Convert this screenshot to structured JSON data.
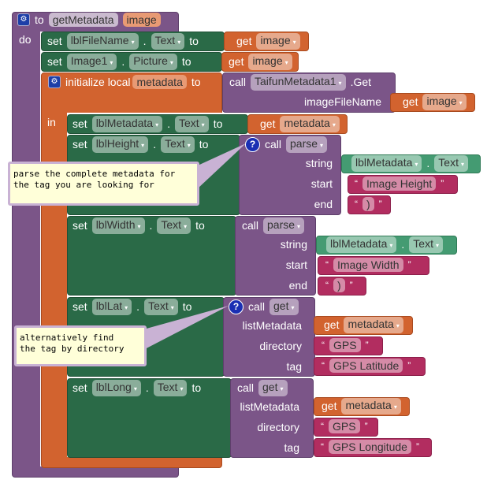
{
  "procedure": {
    "to": "to",
    "name": "getMetadata",
    "param": "image",
    "do": "do"
  },
  "set": "set",
  "to": "to",
  "get": "get",
  "call": "call",
  "dot": ".",
  "row1": {
    "component": "lblFileName",
    "property": "Text",
    "var": "image"
  },
  "row2": {
    "component": "Image1",
    "property": "Picture",
    "var": "image"
  },
  "local": {
    "label": "initialize local",
    "name": "metadata",
    "in": "in",
    "component": "TaifunMetadata1",
    "method": ".Get",
    "arg": "imageFileName",
    "var": "image"
  },
  "row3": {
    "component": "lblMetadata",
    "property": "Text",
    "var": "metadata"
  },
  "row4": {
    "component": "lblHeight",
    "property": "Text",
    "proc": "parse",
    "string_label": "string",
    "start_label": "start",
    "end_label": "end",
    "str_component": "lblMetadata",
    "str_property": "Text",
    "start": "Image Height",
    "end": ")"
  },
  "row5": {
    "component": "lblWidth",
    "property": "Text",
    "proc": "parse",
    "string_label": "string",
    "start_label": "start",
    "end_label": "end",
    "str_component": "lblMetadata",
    "str_property": "Text",
    "start": "Image Width",
    "end": ")"
  },
  "row6": {
    "component": "lblLat",
    "property": "Text",
    "proc": "get",
    "a1": "listMetadata",
    "a2": "directory",
    "a3": "tag",
    "var": "metadata",
    "dir": "GPS",
    "tag": "GPS Latitude"
  },
  "row7": {
    "component": "lblLong",
    "property": "Text",
    "proc": "get",
    "a1": "listMetadata",
    "a2": "directory",
    "a3": "tag",
    "var": "metadata",
    "dir": "GPS",
    "tag": "GPS Longitude"
  },
  "comments": [
    "parse the complete metadata for\nthe tag you are looking for",
    "alternatively find\nthe tag by directory"
  ],
  "open_quote": "“",
  "close_quote": "”",
  "caret": "▾",
  "help": "?"
}
